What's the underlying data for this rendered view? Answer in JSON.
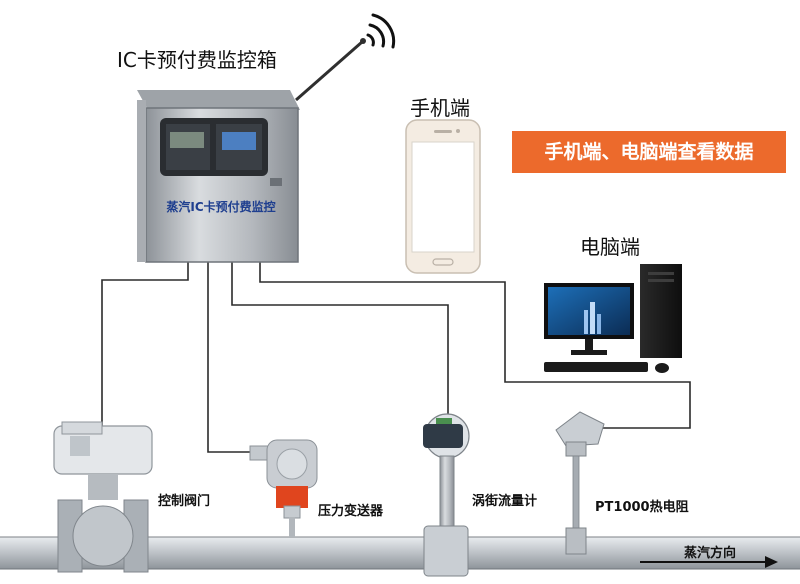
{
  "labels": {
    "control_box_title": "IC卡预付费监控箱",
    "control_box_plate": "蒸汽IC卡预付费监控",
    "phone": "手机端",
    "computer": "电脑端",
    "banner": "手机端、电脑端查看数据",
    "valve": "控制阀门",
    "pressure": "压力变送器",
    "flowmeter": "涡街流量计",
    "rtd": "PT1000热电阻",
    "flow_direction": "蒸汽方向"
  },
  "colors": {
    "banner": "#ec6a2c",
    "plate_text": "#1f3f8f",
    "wire": "#2b2b2b",
    "steel": "#b8bcc0",
    "pressure_head": "#e0451e"
  },
  "icons": {
    "antenna": "antenna-icon",
    "signal": "wifi-signal-icon",
    "flow_arrow": "arrow-right-icon"
  }
}
